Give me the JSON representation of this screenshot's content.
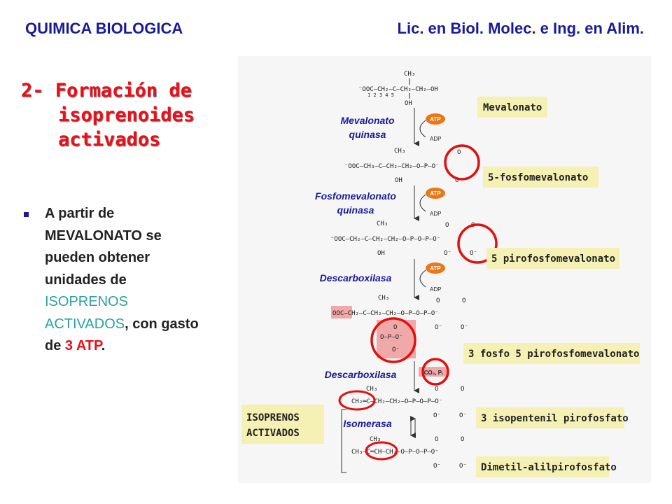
{
  "header": {
    "left": "QUIMICA BIOLOGICA",
    "right": "Lic. en Biol. Molec. e Ing. en Alim."
  },
  "title": {
    "line1": "2- Formación de",
    "line2": "isoprenoides",
    "line3": "activados"
  },
  "bullet": {
    "t1": "A partir de MEVALONATO se pueden obtener unidades de ",
    "t2": "ISOPRENOS ACTIVADOS",
    "t3": ", con gasto de ",
    "t4": "3 ATP",
    "t5": "."
  },
  "enzymes": {
    "e1a": "Mevalonato",
    "e1b": "quinasa",
    "e2a": "Fosfomevalonato",
    "e2b": "quinasa",
    "e3": "Descarboxilasa",
    "e4": "Descarboxilasa",
    "e5": "Isomerasa"
  },
  "cofactors": {
    "atp": "ATP",
    "adp": "ADP",
    "co2": "CO₂, Pᵢ"
  },
  "compounds": {
    "c1": "Mevalonato",
    "c2": "5-fosfomevalonato",
    "c3": "5 pirofosfomevalonato",
    "c4": "3 fosfo 5 pirofosfomevalonato",
    "c5": "3 isopentenil pirofosfato",
    "c6": "Dimetil-alilpirofosfato"
  },
  "group_box": {
    "line1": "ISOPRENOS",
    "line2": "ACTIVADOS"
  },
  "chem": {
    "ch3": "CH₃",
    "oh": "OH",
    "numbers": "1   2   3   4   5",
    "s1": "⁻OOC—CH₂—C—CH₂—CH₂—OH",
    "s2": "⁻OOC—CH₃—C—CH₂—CH₂—O—P—O⁻",
    "s3": "⁻OOC—CH₂—C—CH₂—CH₂—O—P—O—P—O⁻",
    "s4": "OOC—CH₂—C—CH₂—CH₂—O—P—O—P—O⁻",
    "s5": "CH₂═C—CH₂—CH₂—O—P—O—P—O⁻",
    "s6": "CH₃—C═CH—CH₂—O—P—O—P—O⁻",
    "o": "O",
    "ominus": "O⁻",
    "p": "O—P—O⁻"
  },
  "colors": {
    "header": "#1a1a99",
    "title": "#e8101a",
    "enzyme": "#1a1a99",
    "atp": "#e87818",
    "box": "#f5f0b4",
    "circle": "#e01010",
    "highlight": "#f0a8a8"
  }
}
